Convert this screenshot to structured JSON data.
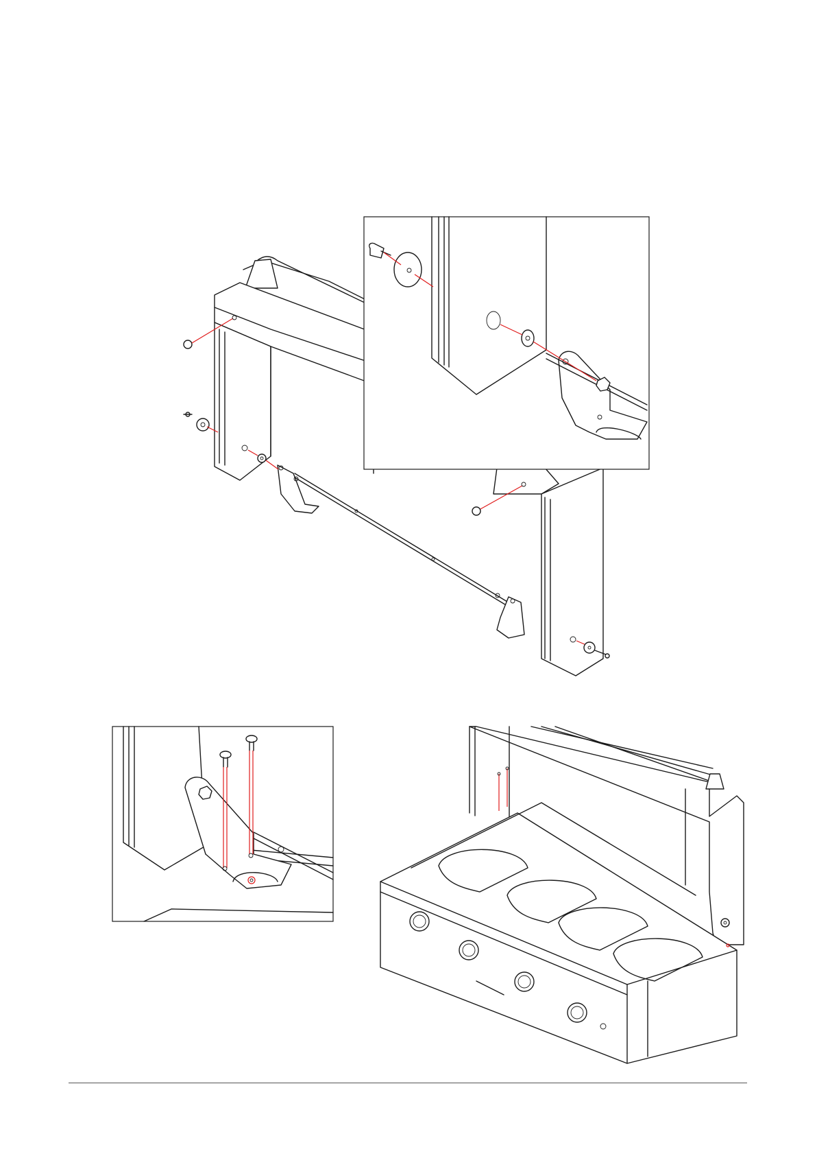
{
  "page": {
    "background": "#ffffff",
    "accent_color": "#e01b1b",
    "line_color": "#1a1a1a"
  },
  "figures": [
    {
      "id": "main-assembly",
      "icon": "grill-lid-exploded-view"
    },
    {
      "id": "detail-top",
      "icon": "hinge-bolt-washer-detail"
    },
    {
      "id": "detail-bottom-left",
      "icon": "hinge-bracket-screws-detail"
    },
    {
      "id": "grill-overview",
      "icon": "grill-with-open-lid"
    }
  ]
}
